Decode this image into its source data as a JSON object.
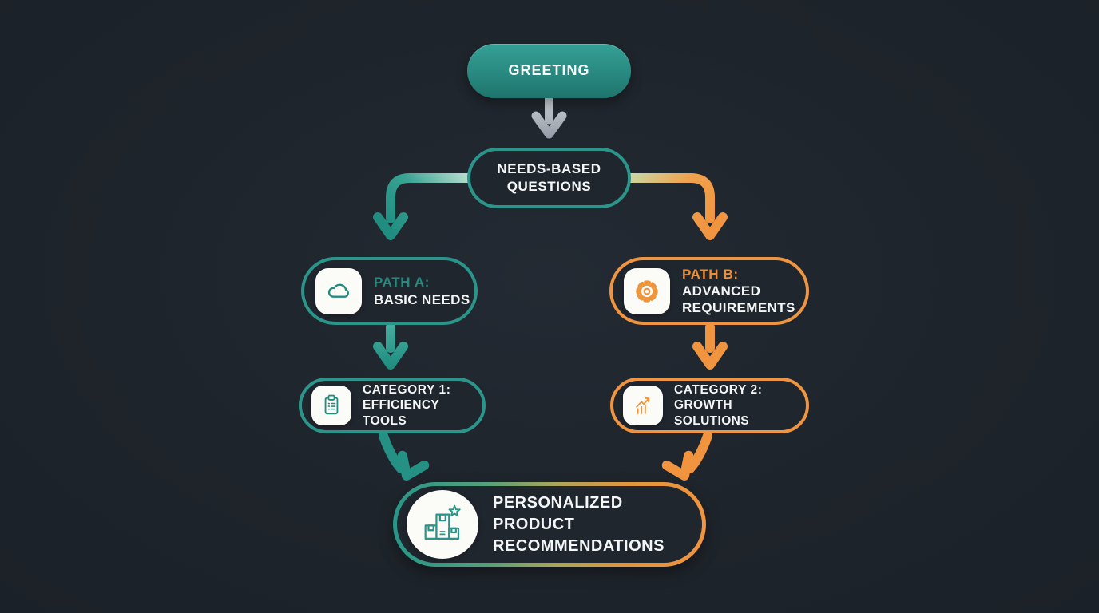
{
  "colors": {
    "background": "#1e242b",
    "teal": "#2a958a",
    "teal_text": "#27897e",
    "orange": "#ef9440",
    "orange_text": "#ee8f35",
    "gray_arrow": "#9aa1a9",
    "text_white": "#f4f6f7",
    "icon_chip_bg": "#fbfbf8"
  },
  "nodes": {
    "greeting": {
      "label": "GREETING"
    },
    "needs": {
      "line1": "NEEDS-BASED",
      "line2": "QUESTIONS"
    },
    "path_a": {
      "title": "PATH A:",
      "subtitle": "BASIC NEEDS",
      "icon": "cloud-icon"
    },
    "path_b": {
      "title": "PATH B:",
      "subtitle": "ADVANCED REQUIREMENTS",
      "icon": "gear-icon"
    },
    "category_1": {
      "title": "CATEGORY 1:",
      "subtitle": "EFFICIENCY TOOLS",
      "icon": "clipboard-icon"
    },
    "category_2": {
      "title": "CATEGORY 2:",
      "subtitle": "GROWTH SOLUTIONS",
      "icon": "chart-growth-icon"
    },
    "recommendations": {
      "line1": "PERSONALIZED PRODUCT",
      "line2": "RECOMMENDATIONS",
      "icon": "packages-star-icon"
    }
  },
  "edges": [
    {
      "from": "greeting",
      "to": "needs",
      "color": "gray"
    },
    {
      "from": "needs",
      "to": "path_a",
      "color": "teal"
    },
    {
      "from": "needs",
      "to": "path_b",
      "color": "orange"
    },
    {
      "from": "path_a",
      "to": "category_1",
      "color": "teal"
    },
    {
      "from": "path_b",
      "to": "category_2",
      "color": "orange"
    },
    {
      "from": "category_1",
      "to": "recommendations",
      "color": "teal"
    },
    {
      "from": "category_2",
      "to": "recommendations",
      "color": "orange"
    }
  ]
}
